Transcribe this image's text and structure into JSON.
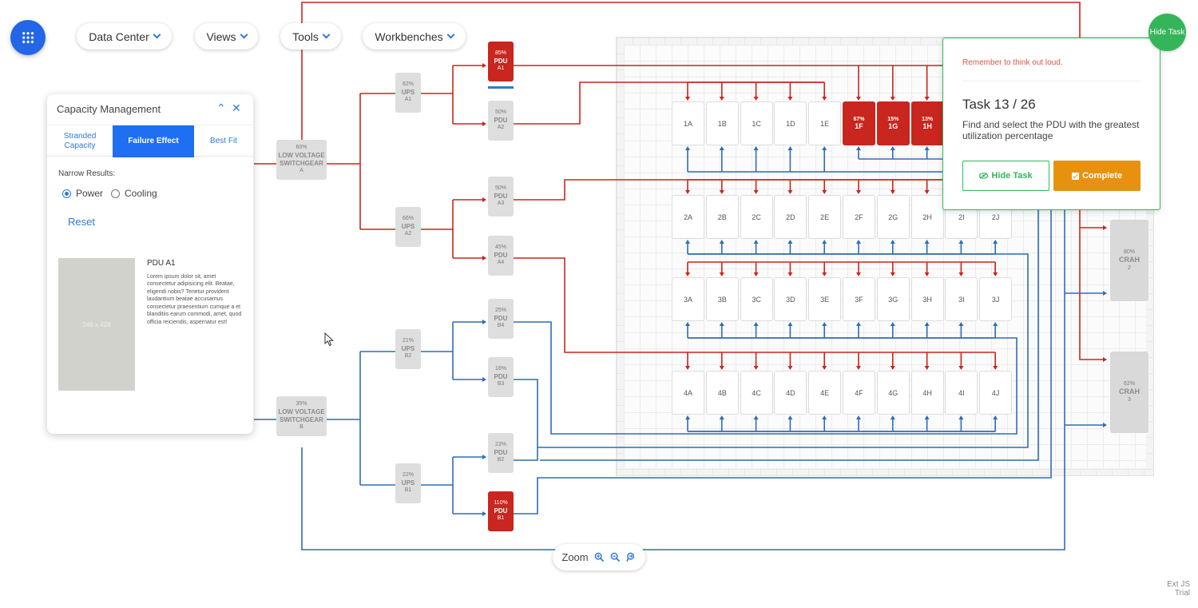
{
  "toolbar": {
    "app_menu": "apps-grid-icon",
    "data_center": "Data Center",
    "views": "Views",
    "tools": "Tools",
    "workbenches": "Workbenches"
  },
  "panel": {
    "title": "Capacity Management",
    "tabs": [
      "Stranded Capacity",
      "Failure Effect",
      "Best Fit"
    ],
    "active_tab": "Failure Effect",
    "narrow_label": "Narrow Results:",
    "options": [
      "Power",
      "Cooling"
    ],
    "selected_option": "Power",
    "reset": "Reset",
    "image_placeholder": "246 x 428",
    "detail_title": "PDU A1",
    "detail_body": "Lorem ipsum dolor sit, amet consectetur adipisicing elit. Beatae, eligendi nobis? Tenetur provident laudantium beatae accusamus consectetur praesentium cumque a et blanditiis earum commodi, amet, quod officia reiciendis, aspernatur est!"
  },
  "switchgear": [
    {
      "pct": "60%",
      "name": "LOW VOLTAGE SWITCHGEAR",
      "id": "A"
    },
    {
      "pct": "35%",
      "name": "LOW VOLTAGE SWITCHGEAR",
      "id": "B"
    }
  ],
  "ups": [
    {
      "pct": "62%",
      "name": "UPS",
      "id": "A1"
    },
    {
      "pct": "66%",
      "name": "UPS",
      "id": "A2"
    },
    {
      "pct": "21%",
      "name": "UPS",
      "id": "B2"
    },
    {
      "pct": "22%",
      "name": "UPS",
      "id": "B1"
    }
  ],
  "pdu": [
    {
      "pct": "85%",
      "name": "PDU",
      "id": "A1",
      "alert": true
    },
    {
      "pct": "50%",
      "name": "PDU",
      "id": "A2",
      "alert": false
    },
    {
      "pct": "50%",
      "name": "PDU",
      "id": "A3",
      "alert": false
    },
    {
      "pct": "45%",
      "name": "PDU",
      "id": "A4",
      "alert": false
    },
    {
      "pct": "25%",
      "name": "PDU",
      "id": "B4",
      "alert": false
    },
    {
      "pct": "16%",
      "name": "PDU",
      "id": "B3",
      "alert": false
    },
    {
      "pct": "23%",
      "name": "PDU",
      "id": "B2",
      "alert": false
    },
    {
      "pct": "110%",
      "name": "PDU",
      "id": "B1",
      "alert": true
    }
  ],
  "crah": [
    {
      "pct": "80%",
      "name": "CRAH",
      "id": "2"
    },
    {
      "pct": "62%",
      "name": "CRAH",
      "id": "3"
    }
  ],
  "racks": {
    "row1": [
      "1A",
      "1B",
      "1C",
      "1D",
      "1E",
      "1F",
      "1G",
      "1H"
    ],
    "row2": [
      "2A",
      "2B",
      "2C",
      "2D",
      "2E",
      "2F",
      "2G",
      "2H",
      "2I",
      "2J"
    ],
    "row3": [
      "3A",
      "3B",
      "3C",
      "3D",
      "3E",
      "3F",
      "3G",
      "3H",
      "3I",
      "3J"
    ],
    "row4": [
      "4A",
      "4B",
      "4C",
      "4D",
      "4E",
      "4F",
      "4G",
      "4H",
      "4I",
      "4J"
    ],
    "alerts": {
      "1F": "67%",
      "1G": "15%",
      "1H": "13%"
    }
  },
  "task": {
    "reminder": "Remember to think out loud.",
    "number": "Task 13 / 26",
    "instruction": "Find and select the PDU with the greatest utilization percentage",
    "hide": "Hide Task",
    "complete": "Complete",
    "hide_circle": "Hide Task"
  },
  "zoom": {
    "label": "Zoom"
  },
  "watermark": "Ext JS Trial",
  "colors": {
    "power_a": "#c8261f",
    "power_b": "#2f6db5",
    "accent": "#2366e8",
    "task_green": "#35b559",
    "complete_orange": "#e7910f"
  }
}
